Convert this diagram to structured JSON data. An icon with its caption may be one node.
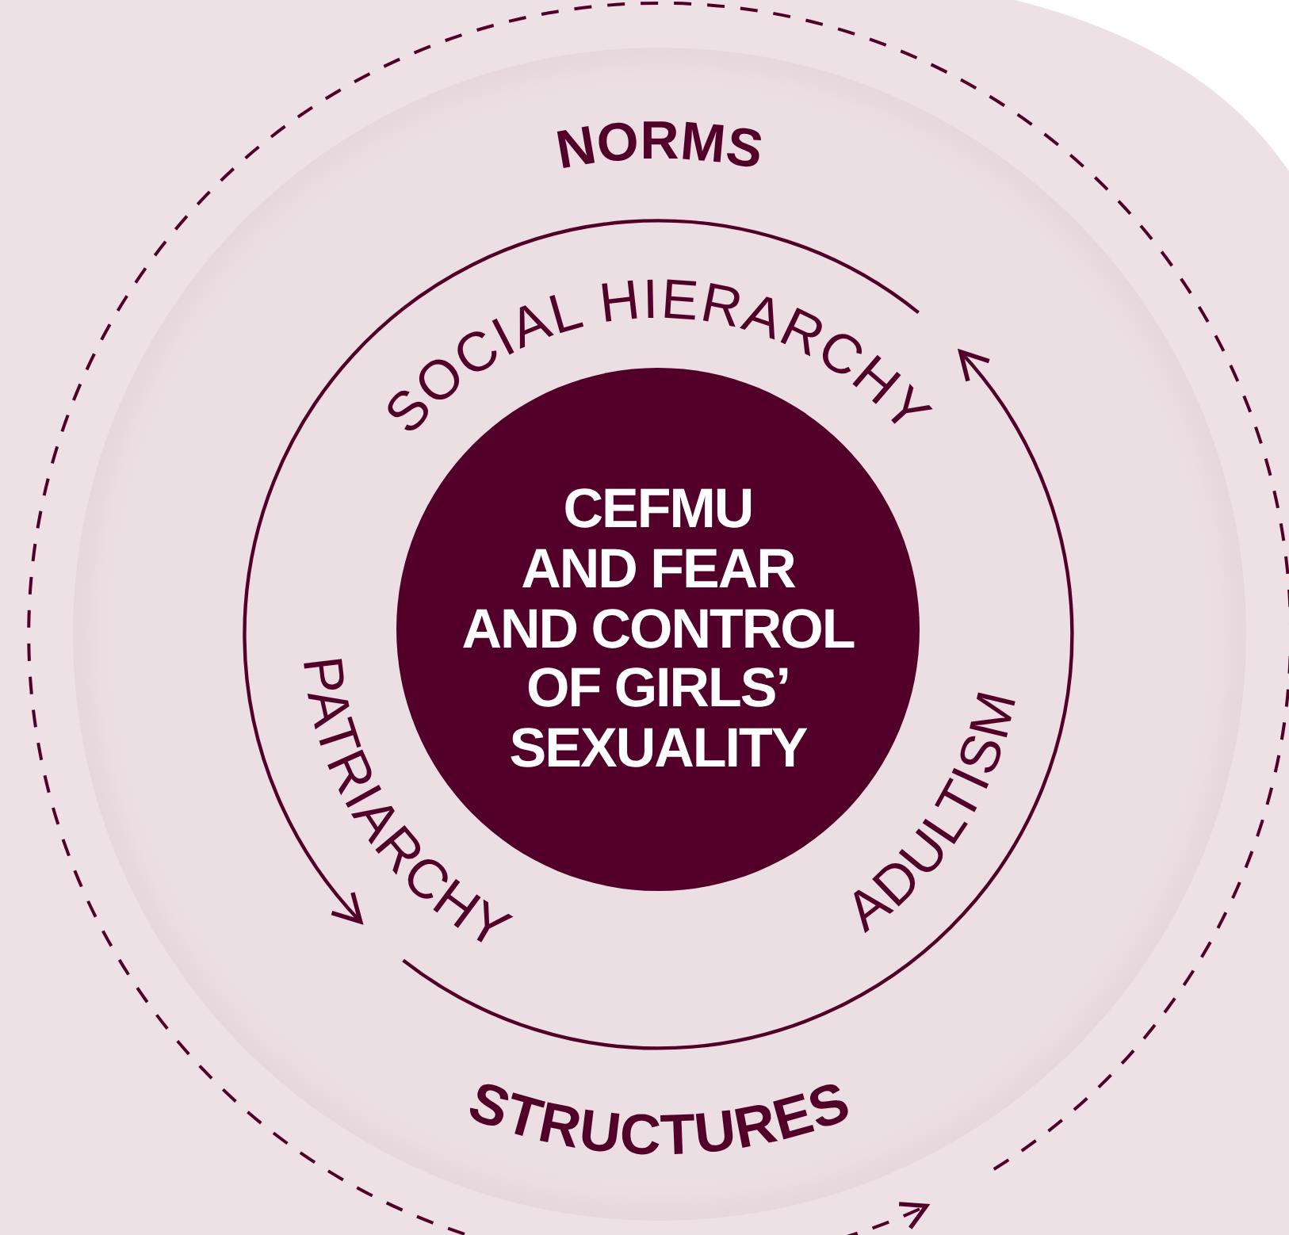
{
  "diagram": {
    "nodes": [
      {
        "text": [
          "NORMS",
          "STRUCTURES"
        ]
      },
      {
        "text": [
          "CEFMU AND FEAR AND CONTROL OF GIRLS’ SEXUALITY"
        ],
        "in": 0
      }
    ],
    "labels": [
      "SOCIAL HIERARCHY",
      "PATRIARCHY",
      "ADULTISM"
    ]
  }
}
